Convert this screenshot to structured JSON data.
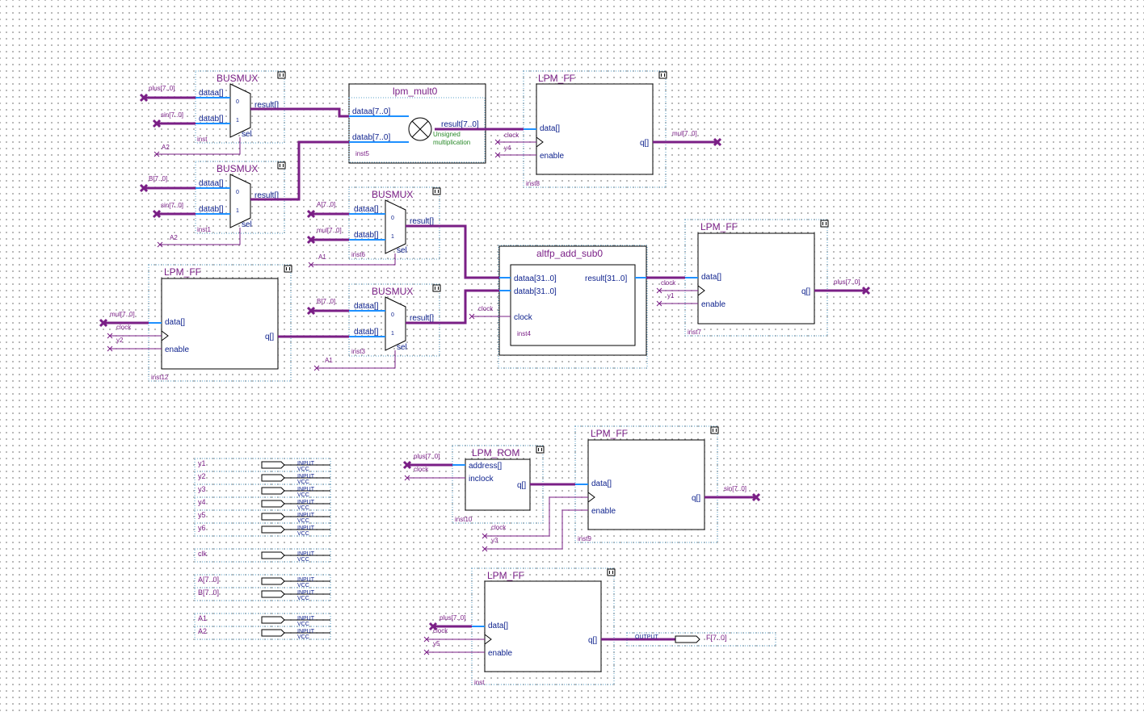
{
  "schematic": {
    "block_titles": {
      "busmux_top": "BUSMUX",
      "busmux_mid": "BUSMUX",
      "busmux_a": "BUSMUX",
      "busmux_b": "BUSMUX",
      "mult": "lpm_mult0",
      "ff_top": "LPM_FF",
      "ff_left": "LPM_FF",
      "ff_right": "LPM_FF",
      "adder": "altfp_add_sub0",
      "rom": "LPM_ROM",
      "ff_sin": "LPM_FF",
      "ff_out": "LPM_FF"
    },
    "instances": {
      "busmux_top": "inst",
      "busmux_mid": "inst1",
      "busmux_a": "inst6",
      "busmux_b": "inst3",
      "mult": "inst5",
      "ff_top": "inst8",
      "ff_left": "inst12",
      "ff_right": "inst7",
      "adder": "inst4",
      "rom": "inst10",
      "ff_sin": "inst9",
      "ff_out": "inst"
    },
    "ports": {
      "dataa": "dataa[]",
      "datab": "datab[]",
      "result": "result[]",
      "sel": "sel",
      "zero": "0",
      "one": "1",
      "mult_dataa": "dataa[7..0]",
      "mult_datab": "datab[7..0]",
      "mult_result": "result[7..0]",
      "mult_note1": "Unsigned",
      "mult_note2": "multiplication",
      "data": "data[]",
      "enable": "enable",
      "q": "q[]",
      "add_dataa": "dataa[31..0]",
      "add_datab": "datab[31..0]",
      "add_result": "result[31..0]",
      "clock": "clock",
      "address": "address[]",
      "inclock": "inclock"
    },
    "signals": {
      "plus": "plus[7..0]",
      "sin": "sin[7..0]",
      "B": "B[7..0]",
      "A": "A[7..0]",
      "mul": "mul[7..0]",
      "A1": "A1",
      "A2": "A2",
      "clock": "clock",
      "y1": "y1",
      "y2": "y2",
      "y3": "y3",
      "y4": "y4",
      "y5": "y5"
    },
    "input_pins": [
      "y1",
      "y2",
      "y3",
      "y4",
      "y5",
      "y6",
      "clk",
      "A[7..0]",
      "B[7..0]",
      "A1",
      "A2"
    ],
    "input_label": "INPUT",
    "vcc_label": "VCC",
    "output_label": "OUTPUT",
    "output_pin": "F[7..0]"
  },
  "colors": {
    "bus": "#7a1f86",
    "port_wire": "#1e90ff",
    "label_blue": "#0b1f8c",
    "dotted_frame": "#5aa0c8"
  }
}
